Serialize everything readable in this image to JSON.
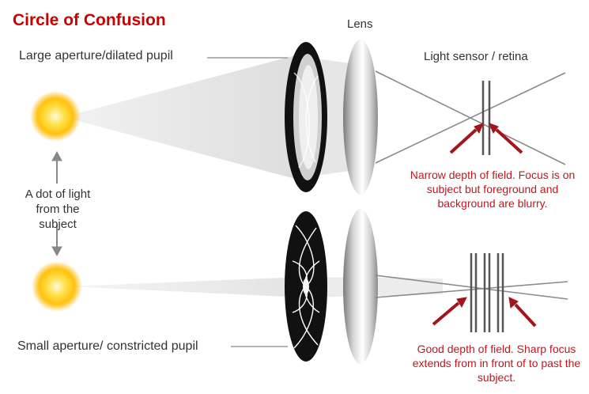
{
  "title": "Circle of Confusion",
  "labels": {
    "lens": "Lens",
    "large_aperture": "Large aperture/dilated pupil",
    "small_aperture": "Small aperture/ constricted pupil",
    "sensor": "Light sensor / retina",
    "dot_of_light": "A dot of light from the subject"
  },
  "notes": {
    "top": "Narrow depth of field. Focus is on subject but foreground and background are blurry.",
    "bottom": "Good depth of field. Sharp focus extends from in front of to past the subject."
  },
  "colors": {
    "title": "#cc0000",
    "notes": "#c0171e",
    "arrows": "#a3141b",
    "label_text": "#333333",
    "sun_core": "#ffd21a",
    "sun_glow": "#ffb400"
  }
}
